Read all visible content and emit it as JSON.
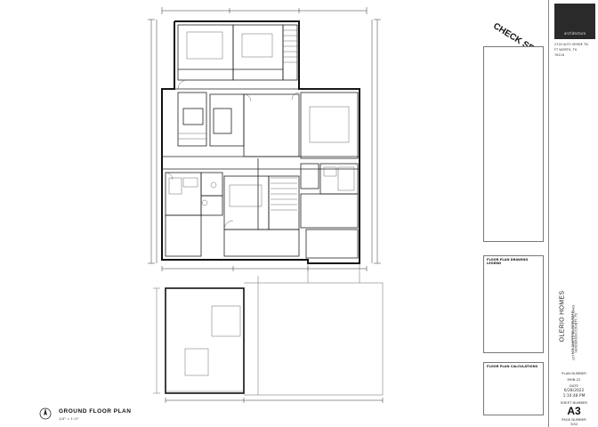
{
  "stamp": {
    "text": "CHECK SET"
  },
  "plan": {
    "title": "GROUND FLOOR PLAN",
    "scale": "1/4\" = 1'-0\""
  },
  "title_block": {
    "logo_text": "architecture",
    "address_lines": [
      "2720 ALTO VERDE TN",
      "FT WORTH, TX",
      "76116"
    ],
    "project_name": "OLERIO HOMES",
    "project_lines": [
      "LOT 6 PHASE 12 WHISPERING OAKS",
      "123 CHARMING VIEW ROAD",
      "HENDERSON COUNTY, TX"
    ],
    "plan_label": "PLAN NUMBER",
    "plan_number": "MHB-22",
    "date_label": "DATE",
    "date": "6/28/2022",
    "time": "1:10:48 PM",
    "sheet_label": "SHEET NUMBER",
    "sheet_number": "A3",
    "page_label": "PAGE NUMBER",
    "page_value": "3/42"
  },
  "legend": {
    "title": "FLOOR PLAN DRAWING LEGEND"
  },
  "calc": {
    "title": "FLOOR PLAN CALCULATIONS"
  }
}
